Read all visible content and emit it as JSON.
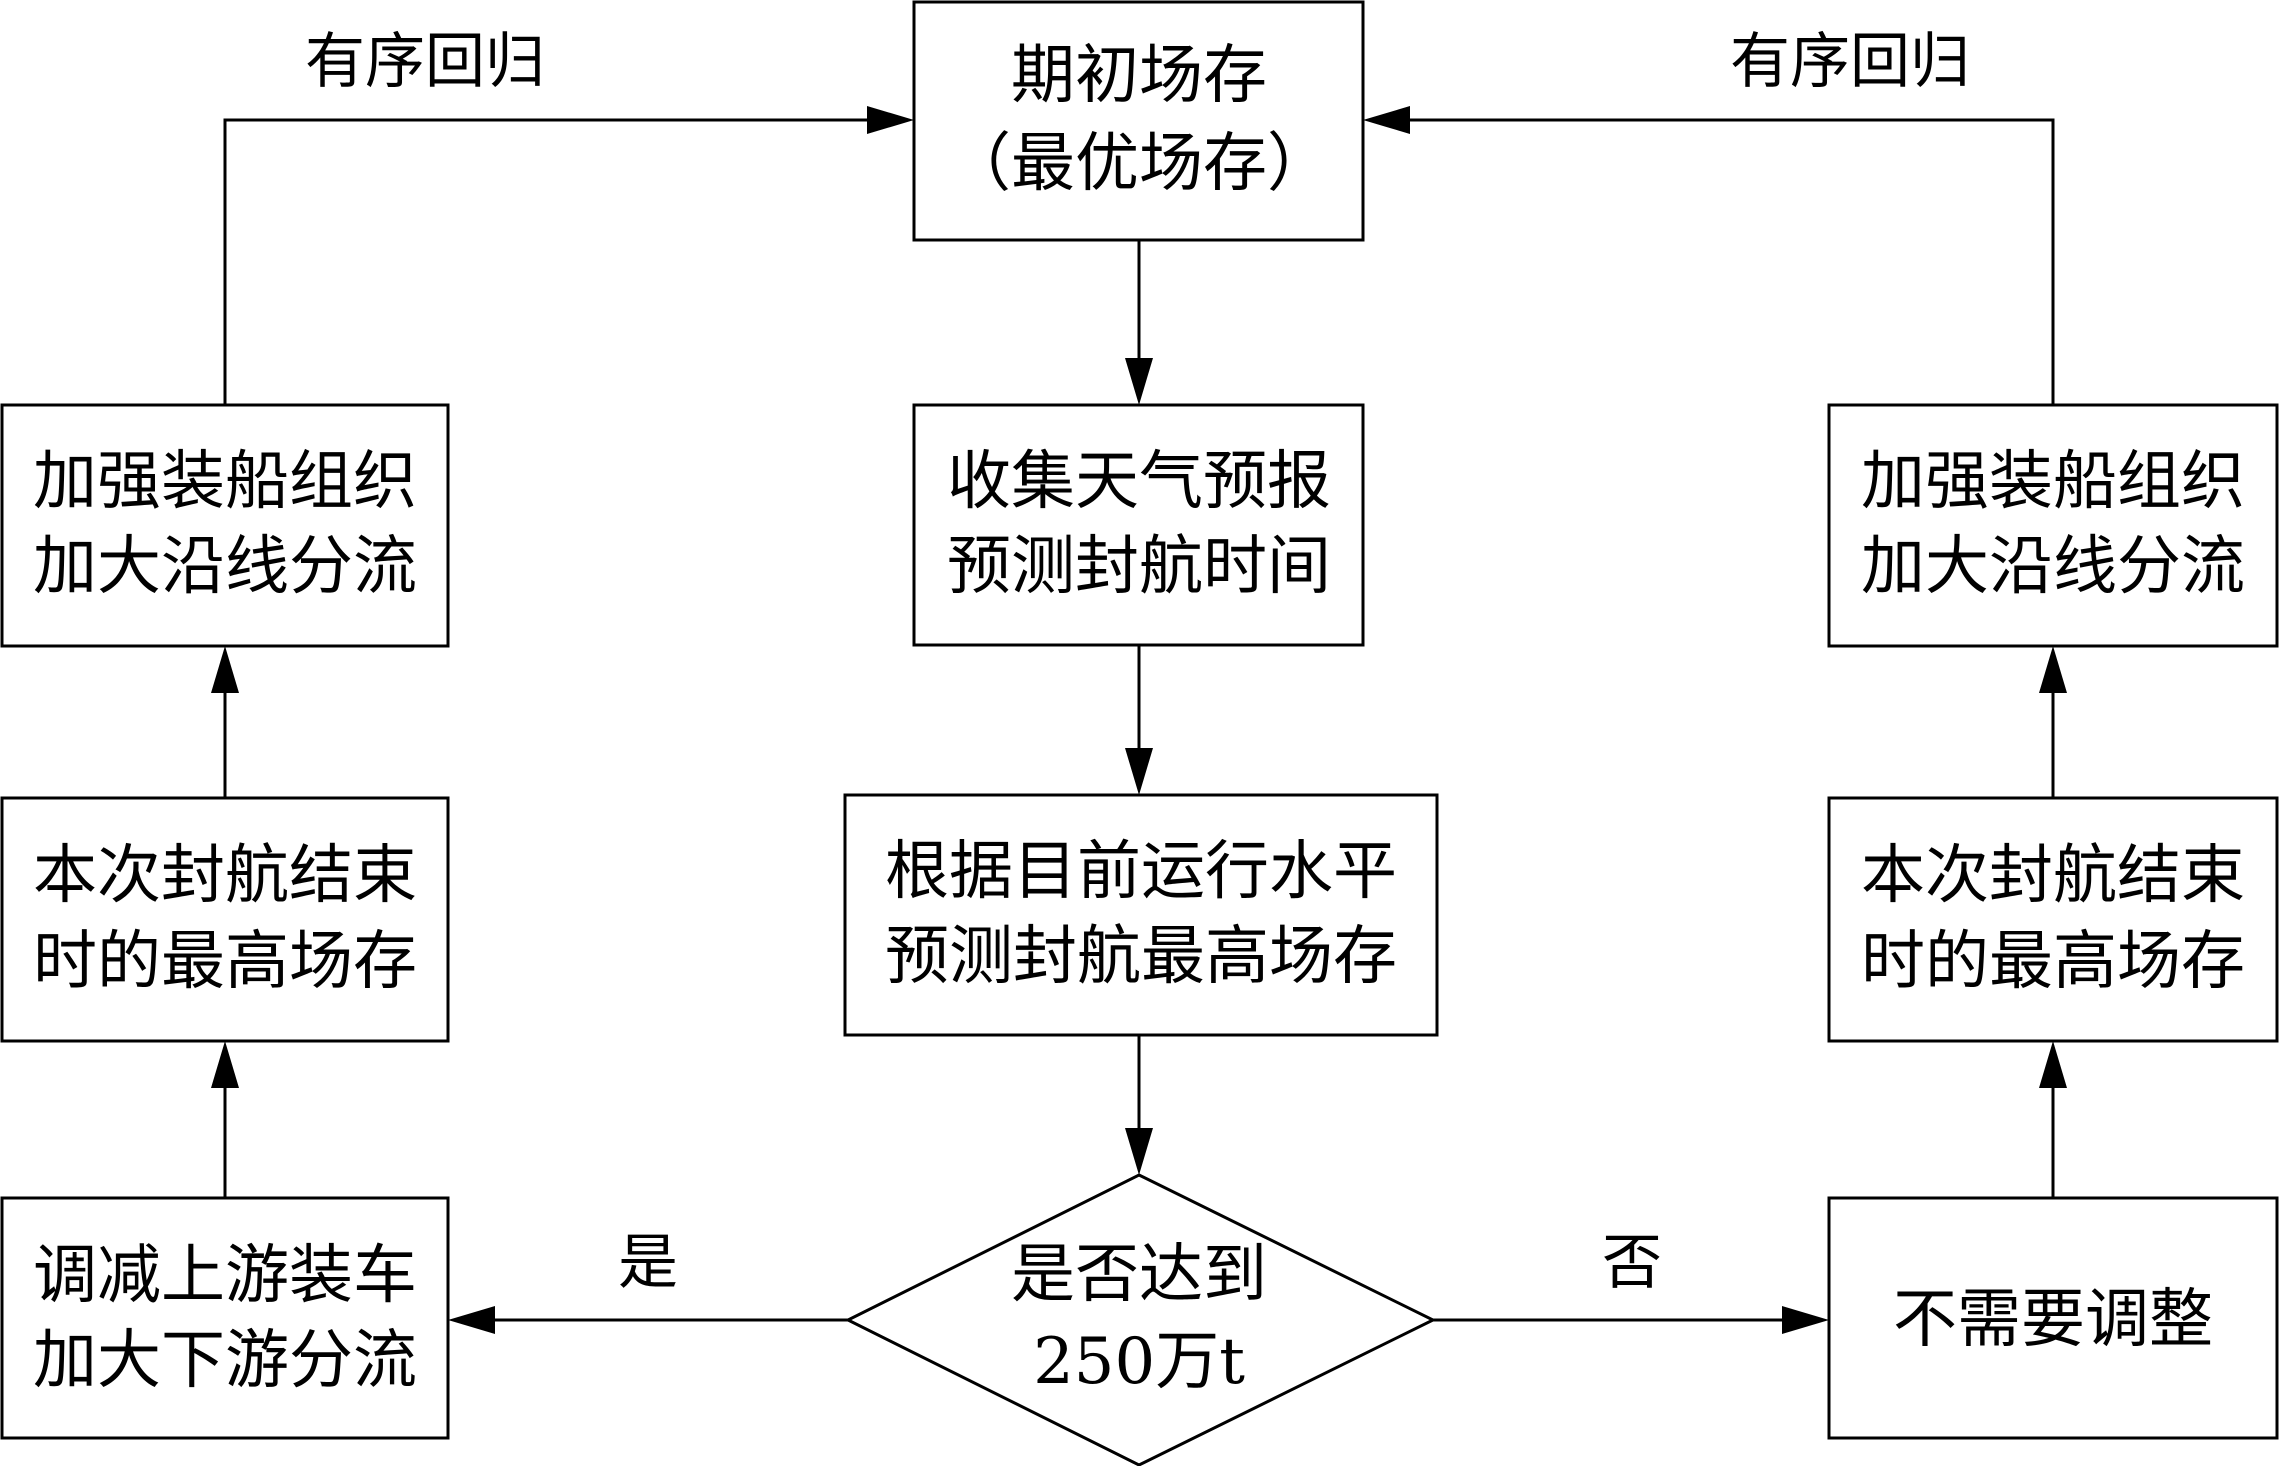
{
  "diagram": {
    "nodes": {
      "initial_stock": {
        "line1": "期初场存",
        "line2": "（最优场存）"
      },
      "collect_forecast": {
        "line1": "收集天气预报",
        "line2": "预测封航时间"
      },
      "predict_max": {
        "line1": "根据目前运行水平",
        "line2": "预测封航最高场存"
      },
      "decision": {
        "line1": "是否达到",
        "line2": "250万t"
      },
      "reduce_loading": {
        "line1": "调减上游装车",
        "line2": "加大下游分流"
      },
      "no_adjust": {
        "line1": "不需要调整"
      },
      "max_stock_left": {
        "line1": "本次封航结束",
        "line2": "时的最高场存"
      },
      "max_stock_right": {
        "line1": "本次封航结束",
        "line2": "时的最高场存"
      },
      "strengthen_left": {
        "line1": "加强装船组织",
        "line2": "加大沿线分流"
      },
      "strengthen_right": {
        "line1": "加强装船组织",
        "line2": "加大沿线分流"
      }
    },
    "edge_labels": {
      "yes": "是",
      "no": "否",
      "return_left": "有序回归",
      "return_right": "有序回归"
    },
    "colors": {
      "stroke": "#000000",
      "fill": "#ffffff",
      "text": "#000000"
    }
  }
}
